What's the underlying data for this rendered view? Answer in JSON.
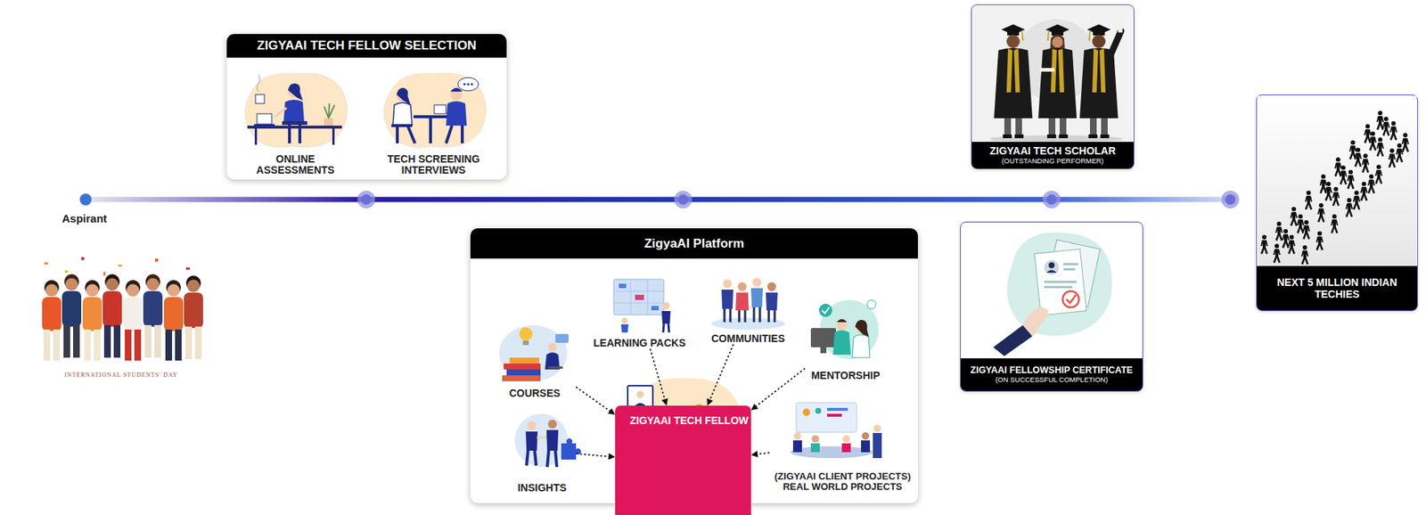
{
  "diagram": {
    "nodes": [
      {
        "text": [
          "ZIGYAAI TECH FELLOW SELECTION"
        ]
      },
      {
        "text": [
          "ONLINE ASSESSMENTS"
        ],
        "in": 0
      },
      {
        "text": [
          "TECH SCREENING INTERVIEWS"
        ],
        "in": 0
      },
      {
        "text": [
          "ZigyaAI Platform"
        ]
      },
      {
        "text": [
          "COURSES"
        ],
        "in": 3
      },
      {
        "text": [
          "LEARNING PACKS"
        ],
        "in": 3
      },
      {
        "text": [
          "COMMUNITIES"
        ],
        "in": 3
      },
      {
        "text": [
          "MENTORSHIP"
        ],
        "in": 3
      },
      {
        "text": [
          "INSIGHTS"
        ],
        "in": 3
      },
      {
        "text": [
          "ZIGYAAI TECH FELLOW"
        ],
        "in": 3
      },
      {
        "text": [
          "(ZIGYAAI CLIENT PROJECTS) REAL WORLD PROJECTS"
        ],
        "in": 3
      },
      {
        "text": [
          "ZIGYAAI TECH SCHOLAR",
          "(OUTSTANDING PERFORMER)"
        ]
      },
      {
        "text": [
          "ZIGYAAI FELLOWSHIP CERTIFICATE",
          "(ON SUCCESSFUL COMPLETION)"
        ]
      },
      {
        "text": [
          "NEXT 5 MILLION INDIAN TECHIES"
        ]
      }
    ],
    "edges": [
      {
        "from": 4,
        "to": 9,
        "arrow": "to"
      },
      {
        "from": 5,
        "to": 9,
        "arrow": "to"
      },
      {
        "from": 6,
        "to": 9,
        "arrow": "to"
      },
      {
        "from": 7,
        "to": 9,
        "arrow": "to"
      },
      {
        "from": 8,
        "to": 9,
        "arrow": "to"
      },
      {
        "from": 10,
        "to": 9,
        "arrow": "to"
      }
    ],
    "labels": [
      "Aspirant",
      "INTERNATIONAL STUDENTS' DAY"
    ]
  }
}
